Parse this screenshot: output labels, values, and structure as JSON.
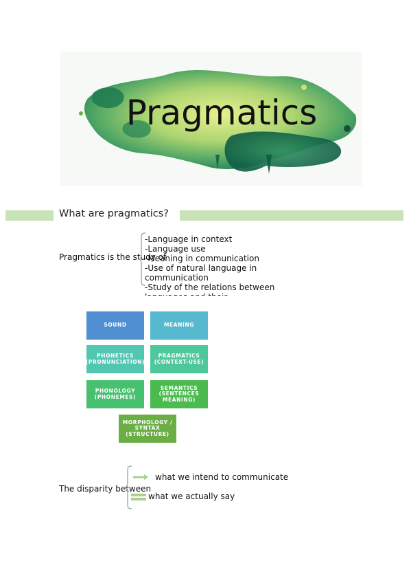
{
  "banner": {
    "title": "Pragmatics"
  },
  "section": {
    "heading": "What are pragmatics?"
  },
  "definition": {
    "label": "Pragmatics is the study of",
    "items": [
      "-Language in context",
      "-Language use",
      "-Meaning in communication",
      "-Use of natural language in communication",
      "-Study of the relations between languages and their"
    ]
  },
  "diagram": {
    "boxes": [
      {
        "label": "SOUND",
        "color": "#4f8fd2"
      },
      {
        "label": "MEANING",
        "color": "#56b9d0"
      },
      {
        "label": "PHONETICS (PRONUNCIATION)",
        "color": "#51c7b2"
      },
      {
        "label": "PRAGMATICS (CONTEXT-USE)",
        "color": "#4fc79c"
      },
      {
        "label": "PHONOLOGY (PHONEMES)",
        "color": "#47c06f"
      },
      {
        "label": "SEMANTICS (SENTENCES MEANING)",
        "color": "#4bbb4f"
      },
      {
        "label": "MORPHOLOGY / SYNTAX (STRUCTURE)",
        "color": "#6aae45"
      }
    ]
  },
  "disparity": {
    "label": "The disparity between",
    "first": "what we intend to communicate",
    "second": "what we actually say"
  },
  "colors": {
    "accent_bar": "#c9e2b8",
    "brace": "#8fa89a"
  }
}
